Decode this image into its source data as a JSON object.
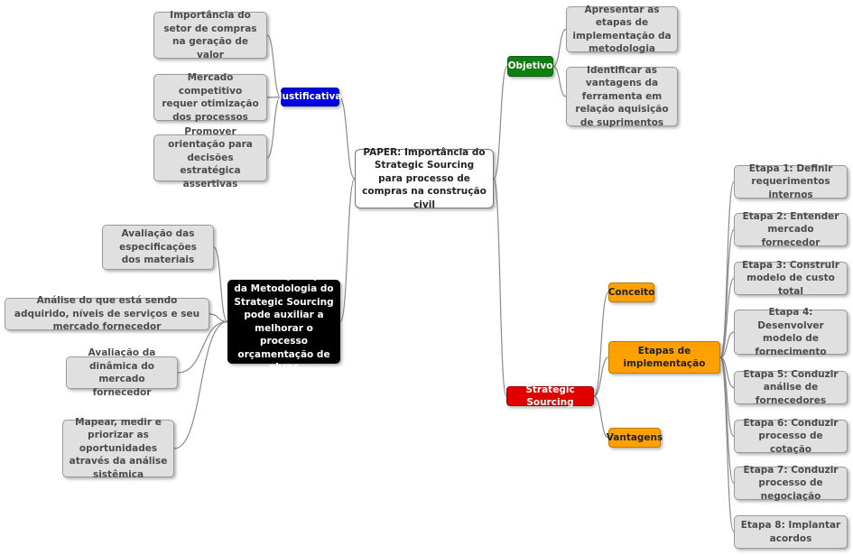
{
  "central": {
    "text": "PAPER: Importância do Strategic Sourcing para processo de compras na construção civil"
  },
  "justificativa": {
    "label": "Justificativa",
    "items": [
      "Importância do setor de compras na geração de valor",
      "Mercado competitivo requer otimização dos processos",
      "Promover orientação para decisões estratégica assertivas"
    ]
  },
  "objetivo": {
    "label": "Objetivo",
    "items": [
      "Apresentar as etapas de implementação da metodologia",
      "Identificar as vantagens da ferramenta em relação aquisição de suprimentos"
    ]
  },
  "questao": {
    "label": "Como a aplicação da Metodologia do Strategic Sourcing pode auxiliar a melhorar o processo orçamentação de obras",
    "items": [
      "Avaliação das especificações dos materiais",
      "Análise do que está sendo adquirido, níveis de serviços e seu mercado fornecedor",
      "Avaliação da dinâmica do mercado fornecedor",
      "Mapear, medir e priorizar as oportunidades através da análise sistêmica"
    ]
  },
  "strategic": {
    "label": "Strategic Sourcing",
    "conceito": "Conceito",
    "etapas": "Etapas de implementação",
    "vantagens": "Vantagens",
    "steps": [
      "Etapa 1: Definir requerimentos internos",
      "Etapa 2: Entender mercado fornecedor",
      "Etapa 3: Construir modelo de custo total",
      "Etapa 4: Desenvolver modelo de fornecimento",
      "Etapa 5: Conduzir análise de fornecedores",
      "Etapa 6: Conduzir processo de cotação",
      "Etapa 7: Conduzir processo de negociação",
      "Etapa 8: Implantar acordos"
    ]
  },
  "colors": {
    "justificativa": "#0000e6",
    "objetivo": "#117e11",
    "strategic": "#e00000",
    "subtopic": "#ffa100",
    "question": "#000000",
    "leaf": "#e0e0e0",
    "line": "#8a8a8a"
  }
}
